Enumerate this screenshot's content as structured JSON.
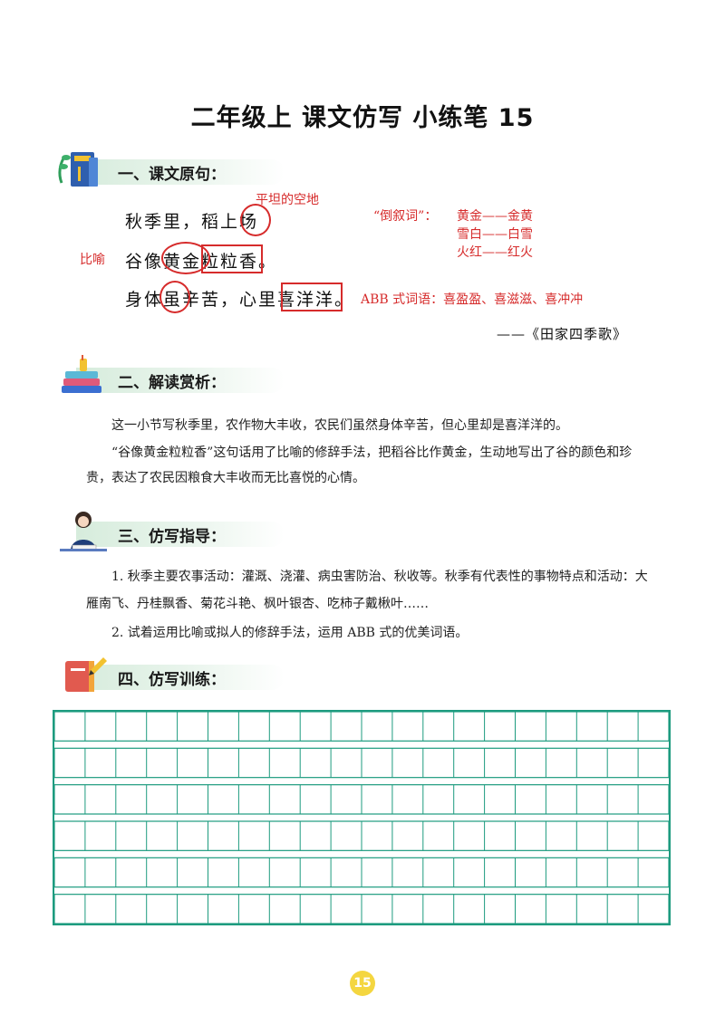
{
  "title": "二年级上  课文仿写  小练笔 15",
  "sections": {
    "s1": "一、课文原句：",
    "s2": "二、解读赏析：",
    "s3": "三、仿写指导：",
    "s4": "四、仿写训练："
  },
  "poem": {
    "line1": "秋季里，稻上场",
    "line2": "谷像黄金粒粒香。",
    "line3": "身体虽辛苦，心里喜洋洋。",
    "source": "——《田家四季歌》"
  },
  "notes": {
    "flat_ground": "平坦的空地",
    "simile": "比喻",
    "reverse_words_label": "“倒叙词”：",
    "reverse_1": "黄金——金黄",
    "reverse_2": "雪白——白雪",
    "reverse_3": "火红——红火",
    "abb": "ABB 式词语：喜盈盈、喜滋滋、喜冲冲"
  },
  "analysis": {
    "p1": "这一小节写秋季里，农作物大丰收，农民们虽然身体辛苦，但心里却是喜洋洋的。",
    "p2": "“谷像黄金粒粒香”这句话用了比喻的修辞手法，把稻谷比作黄金，生动地写出了谷的颜色和珍贵，表达了农民因粮食大丰收而无比喜悦的心情。"
  },
  "guide": {
    "g1": "1. 秋季主要农事活动：灌溉、浇灌、病虫害防治、秋收等。秋季有代表性的事物特点和活动：大雁南飞、丹桂飘香、菊花斗艳、枫叶银杏、吃柿子戴楸叶……",
    "g2": "2. 试着运用比喻或拟人的修辞手法，运用 ABB 式的优美词语。"
  },
  "writing_grid": {
    "rows": 6,
    "columns": 20
  },
  "page_number": "15",
  "colors": {
    "accent_red": "#d62b2b",
    "grid_green": "#1d9b7f",
    "band_green": "#d6ecdc",
    "page_badge": "#f4d640"
  }
}
